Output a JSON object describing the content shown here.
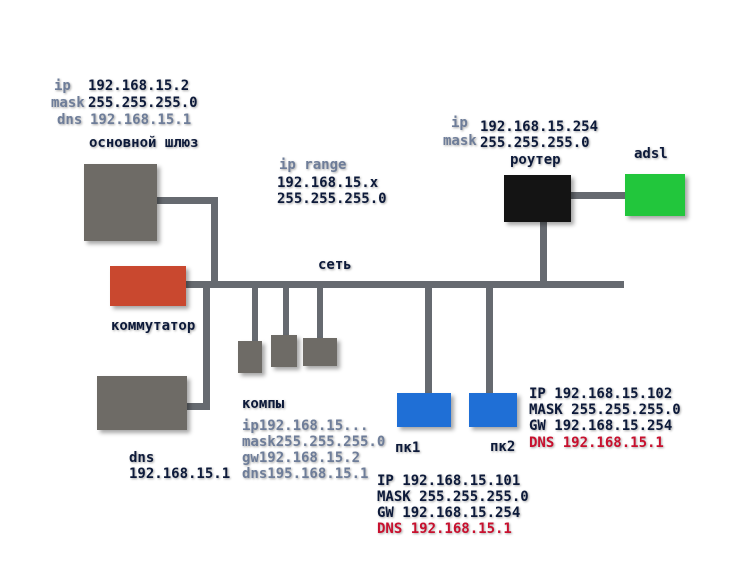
{
  "colors": {
    "line": "#666a70",
    "gray_box": "#6e6b66",
    "switch": "#c9482f",
    "router": "#141414",
    "adsl": "#22c63c",
    "pc": "#1f6fd6",
    "text_dark": "#0d1a3a",
    "text_muted": "#6e7d99",
    "text_red": "#c8102e"
  },
  "gateway": {
    "ip_label": "ip",
    "ip_value": "192.168.15.2",
    "mask_label": "mask",
    "mask_value": "255.255.255.0",
    "dns_label": "dns",
    "dns_value": "192.168.15.1",
    "name": "основной шлюз"
  },
  "ip_range": {
    "label": "ip range",
    "ip": "192.168.15.x",
    "mask": "255.255.255.0"
  },
  "router": {
    "ip_label": "ip",
    "ip_value": "192.168.15.254",
    "mask_label": "mask",
    "mask_value": "255.255.255.0",
    "name": "роутер"
  },
  "adsl": {
    "name": "adsl"
  },
  "network": {
    "name": "сеть"
  },
  "switch": {
    "name": "коммутатор"
  },
  "dns_server": {
    "name": "dns",
    "ip": "192.168.15.1"
  },
  "computers": {
    "name": "компы",
    "ip": "ip192.168.15...",
    "mask": "mask255.255.255.0",
    "gw": "gw192.168.15.2",
    "dns": "dns195.168.15.1"
  },
  "pc1": {
    "name": "пк1",
    "ip": "IP 192.168.15.101",
    "mask": "MASK 255.255.255.0",
    "gw": "GW 192.168.15.254",
    "dns": "DNS 192.168.15.1"
  },
  "pc2": {
    "name": "пк2",
    "ip": "IP 192.168.15.102",
    "mask": "MASK 255.255.255.0",
    "gw": "GW 192.168.15.254",
    "dns": "DNS 192.168.15.1"
  }
}
